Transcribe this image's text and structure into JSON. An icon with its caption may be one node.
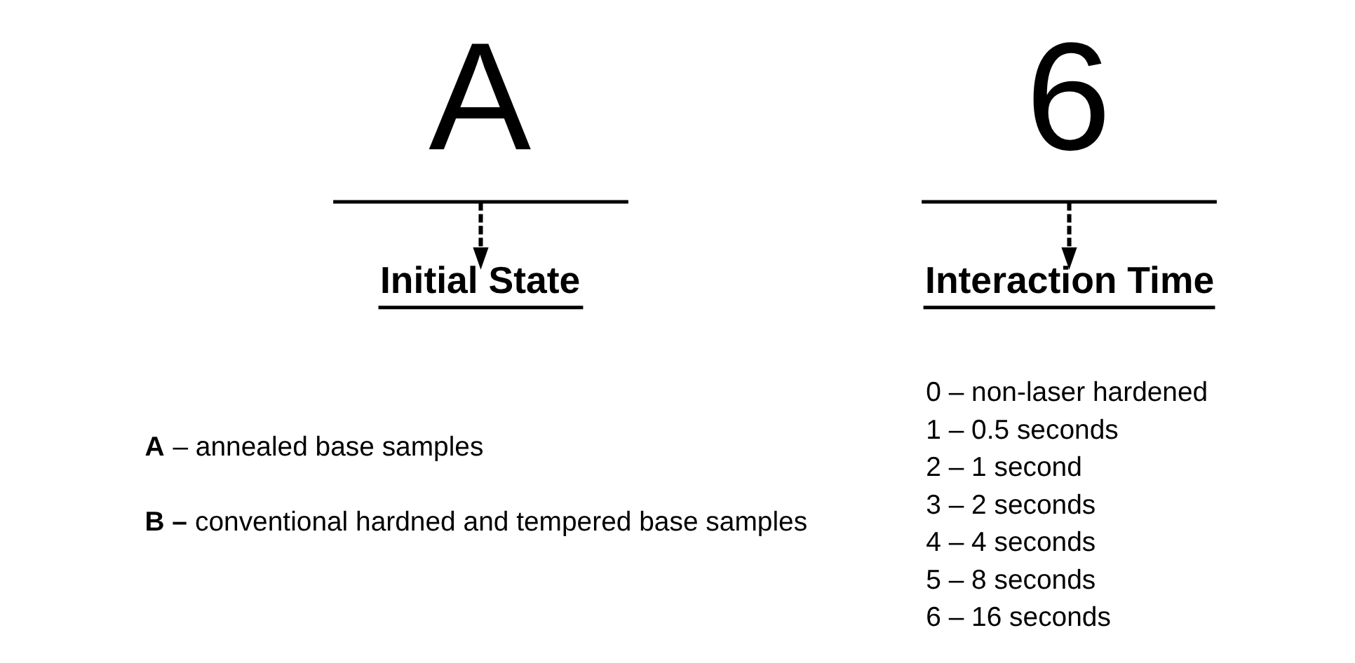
{
  "diagram": {
    "nodes": [
      {
        "text": [
          "A"
        ]
      },
      {
        "text": [
          "6"
        ]
      },
      {
        "text": [
          "Initial State"
        ]
      },
      {
        "text": [
          "Interaction Time"
        ]
      }
    ],
    "edges": [
      {
        "from": 0,
        "to": 2,
        "arrow": "to",
        "style": "dashed"
      },
      {
        "from": 1,
        "to": 3,
        "arrow": "to",
        "style": "dashed"
      }
    ],
    "labels": [
      "**A** – annealed base samples",
      "**B –** conventional hardned and tempered base samples",
      "0 – non-laser hardened",
      "1 – 0.5 seconds",
      "2 – 1 second",
      "3 – 2 seconds",
      "4 – 4 seconds",
      "5 – 8 seconds",
      "6 – 16 seconds"
    ]
  }
}
